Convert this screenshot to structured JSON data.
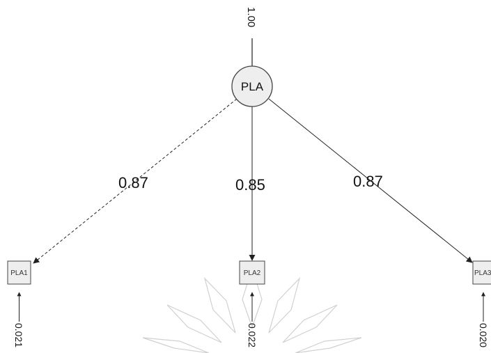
{
  "diagram": {
    "latent": {
      "label": "PLA",
      "variance": "1.00"
    },
    "indicators": [
      {
        "label": "PLA1",
        "loading": "0.87",
        "error": "0.021",
        "style": "dashed"
      },
      {
        "label": "PLA2",
        "loading": "0.85",
        "error": "0.022",
        "style": "solid"
      },
      {
        "label": "PLA3",
        "loading": "0.87",
        "error": "0.020",
        "style": "solid"
      }
    ],
    "colors": {
      "node_fill": "#eeeeee",
      "node_stroke": "#444444",
      "edge": "#222222",
      "watermark": "#d0d0d0"
    }
  }
}
